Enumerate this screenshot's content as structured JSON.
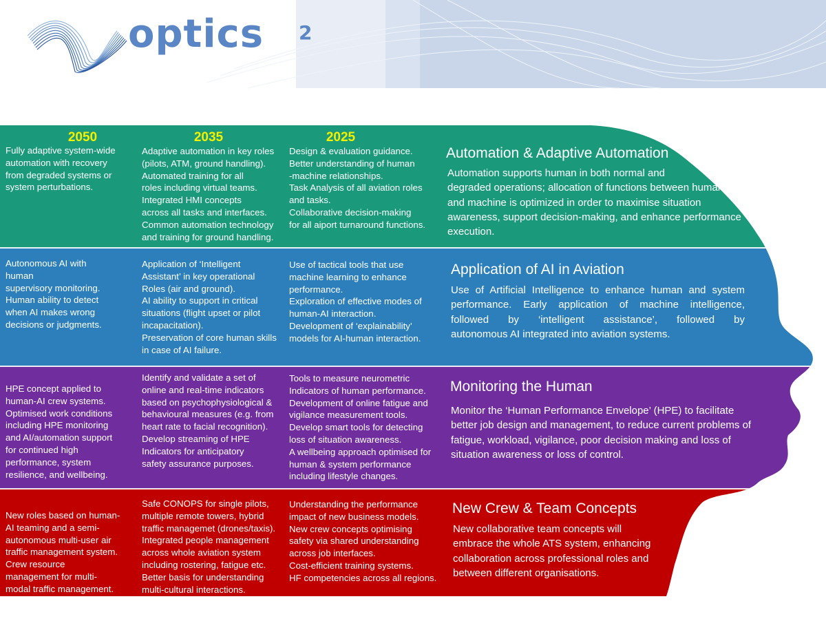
{
  "logo": {
    "text": "optics",
    "superscript": "2"
  },
  "colors": {
    "automation": "#1a9a7a",
    "ai": "#2c7fba",
    "human": "#6f2d9e",
    "crew": "#c00000",
    "year_label": "#f2f200",
    "logo": "#5b86c6"
  },
  "years": [
    "2050",
    "2035",
    "2025"
  ],
  "rows": [
    {
      "title": "Automation & Adaptive Automation",
      "description_lines": [
        "Automation supports human in both normal and",
        "degraded operations; allocation of functions between human",
        "and machine is optimized in order to maximise situation",
        "awareness, support decision-making, and enhance performance",
        "execution."
      ],
      "cells": [
        [
          "Fully adaptive system-wide",
          "automation with recovery",
          "from degraded systems or",
          "system perturbations."
        ],
        [
          "Adaptive automation in key roles",
          "(pilots, ATM, ground handling).",
          "Automated training  for all",
          "roles including virtual teams.",
          "Integrated HMI concepts",
          "across all tasks and interfaces.",
          "Common automation technology",
          "and training for ground handling."
        ],
        [
          "Design & evaluation guidance.",
          "Better understanding of human",
          "-machine relationships.",
          "Task Analysis of all aviation roles",
          "and tasks.",
          "Collaborative decision-making",
          "for all aiport turnaround functions."
        ]
      ]
    },
    {
      "title": "Application of AI in Aviation",
      "description_lines": [
        "Use of Artificial Intelligence to enhance human and system",
        "performance. Early application of machine intelligence,",
        "followed by ‘intelligent assistance’, followed by",
        "autonomous AI integrated into aviation systems."
      ],
      "cells": [
        [
          "Autonomous AI with",
          "human",
          "supervisory monitoring.",
          "Human ability to detect",
          "when AI makes wrong",
          "decisions or judgments."
        ],
        [
          "Application of ‘Intelligent",
          "Assistant’ in key operational",
          "Roles (air and ground).",
          "AI ability to support in critical",
          "situations (flight upset or pilot",
          "incapacitation).",
          "Preservation of core human skills",
          "in case of AI failure."
        ],
        [
          "Use of tactical tools that use",
          "machine learning to enhance",
          "performance.",
          "Exploration of effective modes of",
          "human-AI interaction.",
          "Development of ‘explainability’",
          "models for AI-human interaction."
        ]
      ]
    },
    {
      "title": "Monitoring the Human",
      "description_lines": [
        "Monitor the ‘Human Performance Envelope’ (HPE) to facilitate",
        "better job design and management, to reduce current problems of",
        "fatigue, workload, vigilance, poor decision making and loss of",
        "situation awareness or loss of control."
      ],
      "cells": [
        [
          "HPE concept applied to",
          "human-AI crew systems.",
          "Optimised work conditions",
          "including HPE monitoring",
          "and AI/automation support",
          "for continued high",
          "performance, system",
          "resilience, and wellbeing."
        ],
        [
          "Identify and validate a set of",
          "online and real-time indicators",
          "based on psychophysiological &",
          "behavioural measures (e.g. from",
          "heart rate to facial recognition).",
          "Develop streaming of  HPE",
          "Indicators for anticipatory",
          "safety assurance purposes."
        ],
        [
          "Tools to measure neurometric",
          "Indicators of human performance.",
          "Development of online fatigue and",
          "vigilance measurement tools.",
          "Develop smart tools for detecting",
          "loss of situation awareness.",
          "A wellbeing approach optimised for",
          "human & system performance",
          "including lifestyle changes."
        ]
      ]
    },
    {
      "title": "New Crew & Team Concepts",
      "description_lines": [
        "New collaborative team concepts will",
        "embrace the whole ATS system, enhancing",
        "collaboration across professional roles and",
        "between different  organisations."
      ],
      "cells": [
        [
          "New roles based on human-",
          "AI teaming and a semi-",
          "autonomous multi-user air",
          "traffic management system.",
          "Crew resource",
          "management for multi-",
          "modal traffic management."
        ],
        [
          "Safe CONOPS for single pilots,",
          "multiple remote towers, hybrid",
          "traffic managemet (drones/taxis).",
          "Integrated people management",
          "across whole aviation system",
          "including rostering, fatigue etc.",
          "Better basis for understanding",
          "multi-cultural interactions."
        ],
        [
          "Understanding the performance",
          "impact of new business models.",
          "New crew concepts optimising",
          "safety via shared understanding",
          "across job interfaces.",
          "Cost-efficient training systems.",
          "HF competencies across all regions."
        ]
      ]
    }
  ]
}
